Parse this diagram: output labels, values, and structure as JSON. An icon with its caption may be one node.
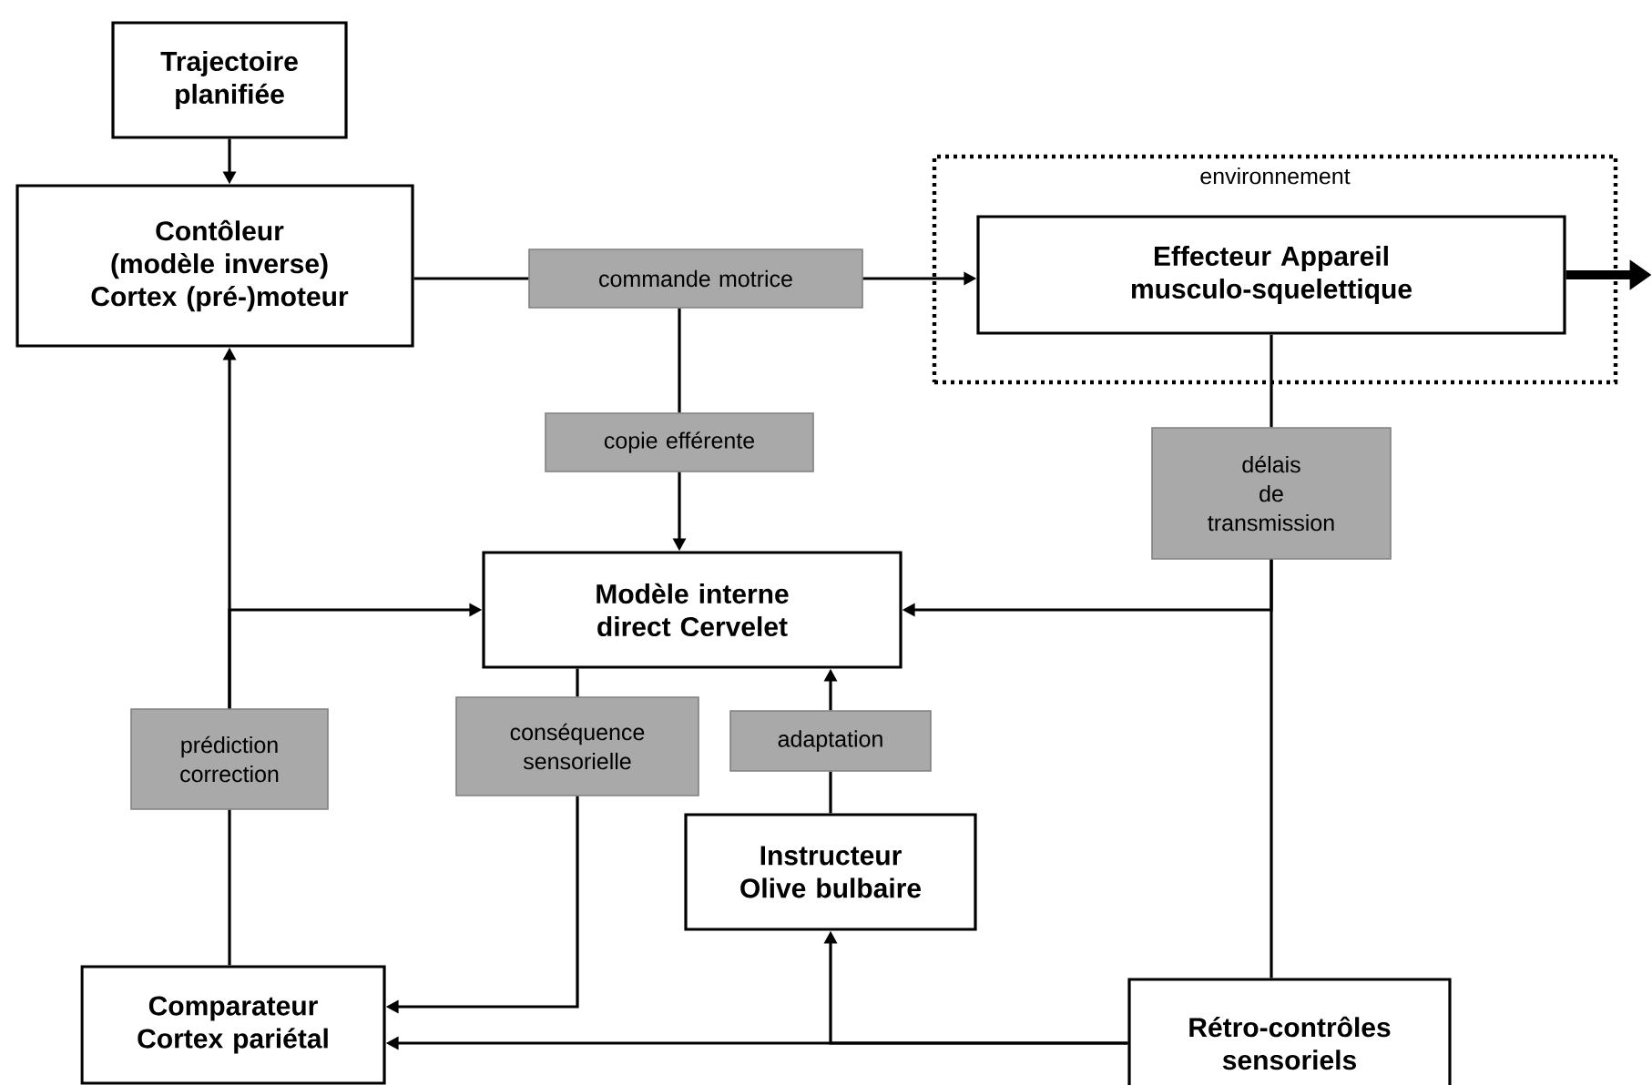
{
  "diagram": {
    "nodes": [
      {
        "text": [
          "Trajectoire planifiée"
        ]
      },
      {
        "text": [
          "Contôleur (modèle inverse) Cortex (pré-)moteur"
        ]
      },
      {
        "text": [
          "environnement"
        ]
      },
      {
        "text": [
          "Effecteur Appareil musculo-squelettique"
        ],
        "in": 2
      },
      {
        "text": [
          "commande motrice"
        ]
      },
      {
        "text": [
          "copie efférente"
        ]
      },
      {
        "text": [
          "délais de transmission"
        ]
      },
      {
        "text": [
          "Modèle interne direct Cervelet"
        ]
      },
      {
        "text": [
          "prédiction correction"
        ]
      },
      {
        "text": [
          "conséquence sensorielle"
        ]
      },
      {
        "text": [
          "adaptation"
        ]
      },
      {
        "text": [
          "Instructeur Olive bulbaire"
        ]
      },
      {
        "text": [
          "Comparateur Cortex pariétal"
        ]
      },
      {
        "text": [
          "Rétro-contrôles sensoriels"
        ]
      }
    ],
    "edges": [
      {
        "from": 0,
        "to": 1,
        "arrow": "to"
      },
      {
        "from": 1,
        "to": 4,
        "arrow": "none"
      },
      {
        "from": 4,
        "to": 3,
        "arrow": "to"
      },
      {
        "from": 4,
        "to": 5,
        "arrow": "none"
      },
      {
        "from": 5,
        "to": 7,
        "arrow": "to"
      },
      {
        "from": 3,
        "to": 6,
        "arrow": "none"
      },
      {
        "from": 6,
        "to": 13,
        "arrow": "none"
      },
      {
        "from": 6,
        "to": 7,
        "arrow": "to"
      },
      {
        "from": 12,
        "to": 8,
        "arrow": "none"
      },
      {
        "from": 8,
        "to": 1,
        "arrow": "to"
      },
      {
        "from": 8,
        "to": 7,
        "arrow": "to"
      },
      {
        "from": 7,
        "to": 9,
        "arrow": "none"
      },
      {
        "from": 9,
        "to": 12,
        "arrow": "to"
      },
      {
        "from": 11,
        "to": 10,
        "arrow": "none"
      },
      {
        "from": 10,
        "to": 7,
        "arrow": "to"
      },
      {
        "from": 13,
        "to": 12,
        "arrow": "to"
      },
      {
        "from": 13,
        "to": 11,
        "arrow": "to"
      },
      {
        "from": 3,
        "to": null,
        "arrow": "to",
        "style": "thick"
      }
    ]
  }
}
